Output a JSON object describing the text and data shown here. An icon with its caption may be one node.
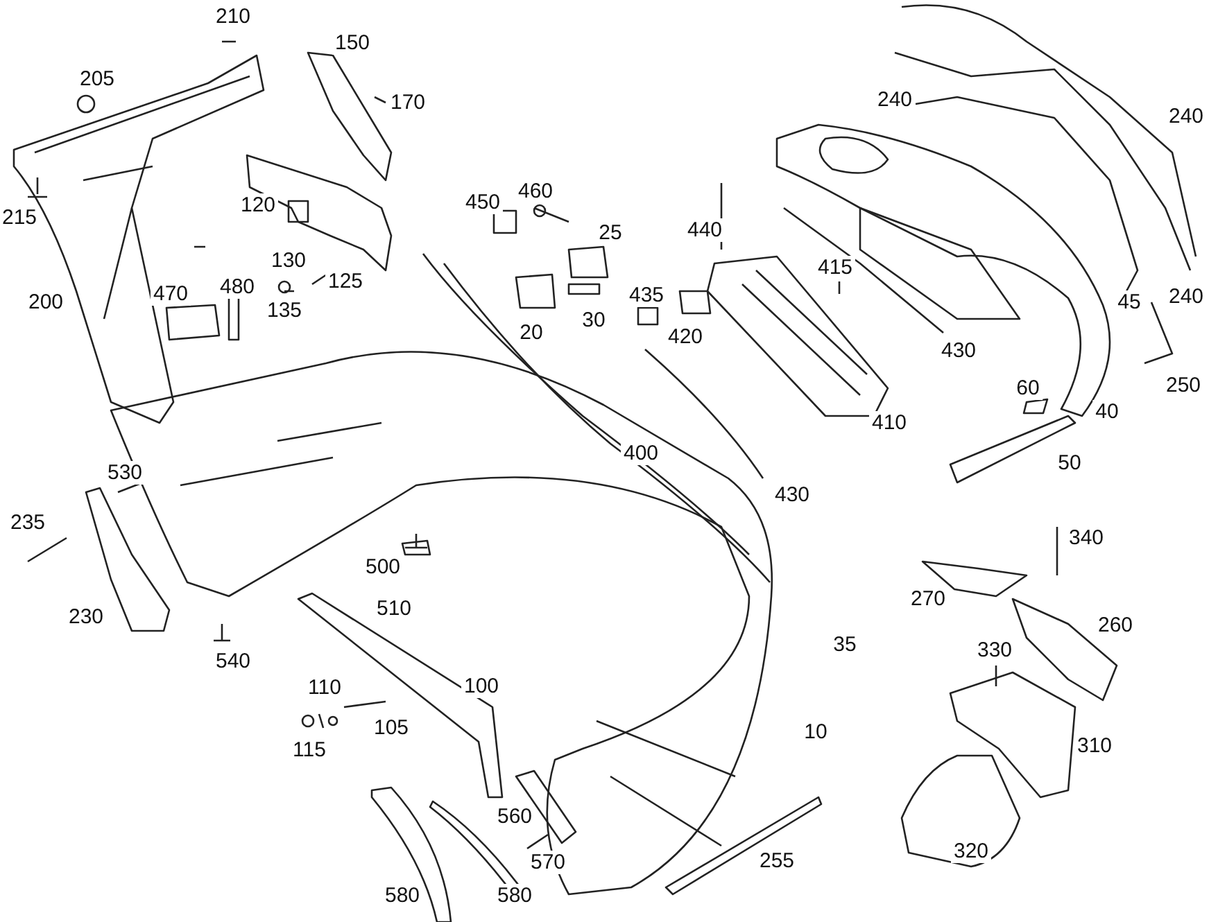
{
  "diagram": {
    "labels": [
      "210",
      "150",
      "205",
      "240",
      "170",
      "240",
      "120",
      "450",
      "460",
      "215",
      "440",
      "25",
      "130",
      "415",
      "125",
      "480",
      "470",
      "435",
      "45",
      "240",
      "200",
      "135",
      "30",
      "20",
      "420",
      "430",
      "250",
      "60",
      "40",
      "410",
      "400",
      "50",
      "530",
      "430",
      "235",
      "340",
      "500",
      "270",
      "510",
      "230",
      "260",
      "35",
      "330",
      "540",
      "100",
      "110",
      "105",
      "10",
      "310",
      "115",
      "560",
      "320",
      "255",
      "570",
      "580",
      "580"
    ]
  }
}
